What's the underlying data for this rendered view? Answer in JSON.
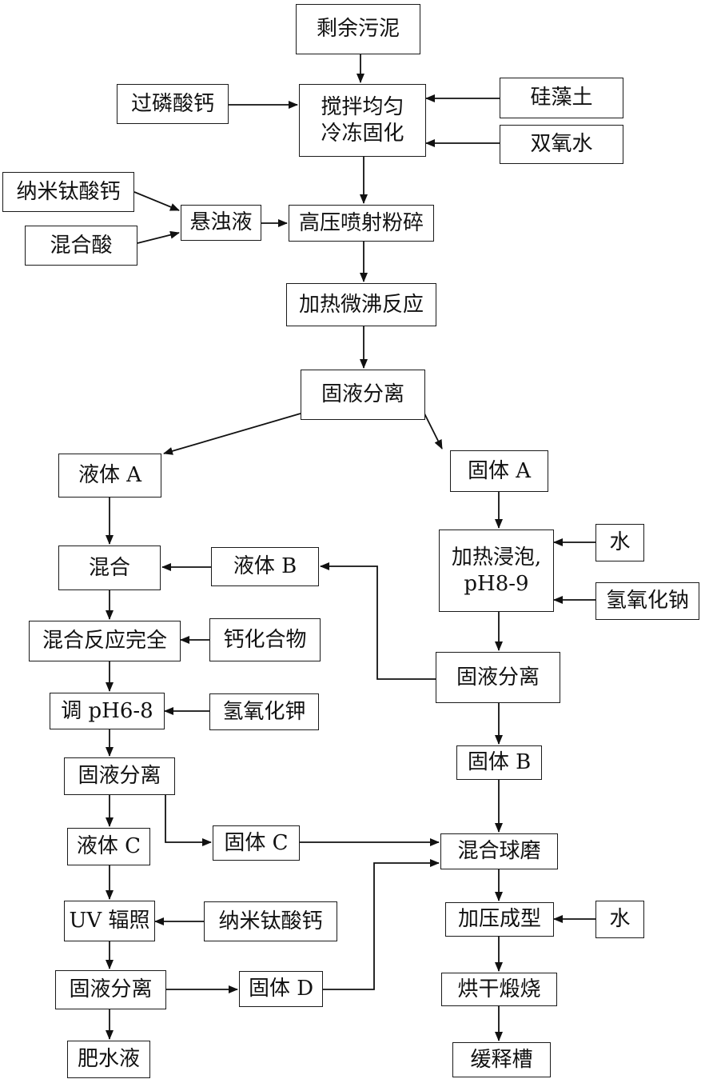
{
  "nodes": {
    "sludge": "剩余污泥",
    "superphosphate": "过磷酸钙",
    "stir_1": "搅拌均匀",
    "stir_2": "冷冻固化",
    "diatomite": "硅藻土",
    "peroxide": "双氧水",
    "nano_ct_1": "纳米钛酸钙",
    "mixed_acid": "混合酸",
    "suspension": "悬浊液",
    "jet_mill": "高压喷射粉碎",
    "heat_boil": "加热微沸反应",
    "sep_1": "固液分离",
    "liquid_a": "液体 A",
    "solid_a": "固体 A",
    "mix": "混合",
    "liquid_b": "液体 B",
    "soak_1": "加热浸泡,",
    "soak_2": "pH8-9",
    "water_1": "水",
    "naoh": "氢氧化钠",
    "mix_react": "混合反应完全",
    "calcium": "钙化合物",
    "sep_2": "固液分离",
    "adjust_ph": "调 pH6-8",
    "koh": "氢氧化钾",
    "solid_b": "固体 B",
    "sep_3": "固液分离",
    "liquid_c": "液体 C",
    "solid_c": "固体 C",
    "ball_mill": "混合球磨",
    "uv": "UV 辐照",
    "nano_ct_2": "纳米钛酸钙",
    "press": "加压成型",
    "water_2": "水",
    "sep_4": "固液分离",
    "solid_d": "固体 D",
    "dry_calcine": "烘干煅烧",
    "fertilizer": "肥水液",
    "slow_release": "缓释槽"
  }
}
